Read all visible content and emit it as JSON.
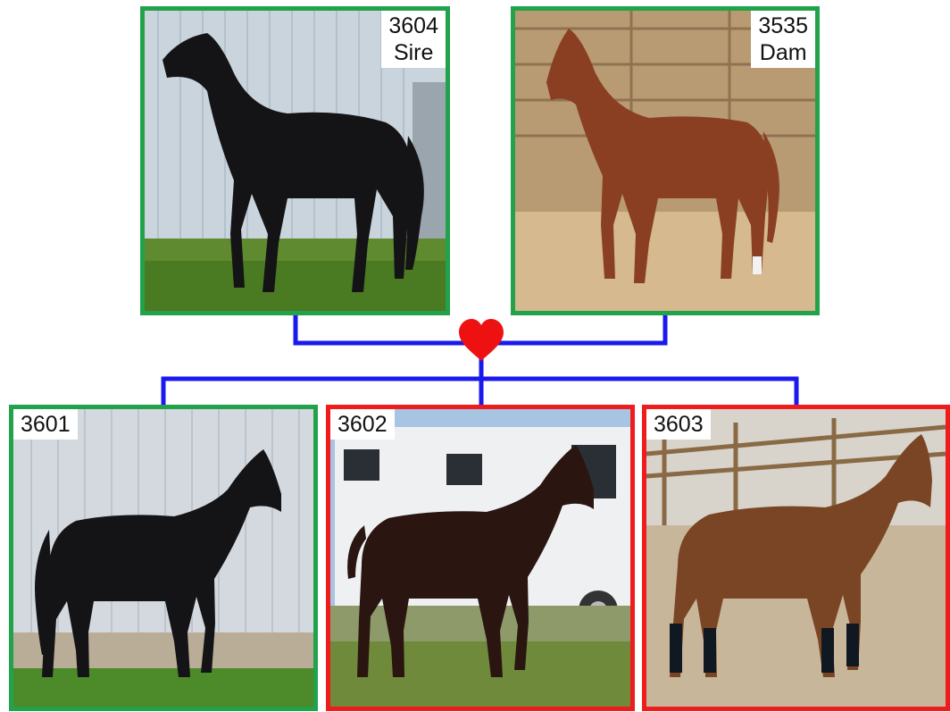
{
  "colors": {
    "breeding_stock_border": "#22a24a",
    "offspring_border_red": "#ee1c1c",
    "connector": "#1a1aee",
    "heart": "#ee1111"
  },
  "parents": [
    {
      "id": "3604",
      "role": "Sire",
      "border": "green",
      "coat": "black"
    },
    {
      "id": "3535",
      "role": "Dam",
      "border": "green",
      "coat": "chestnut"
    }
  ],
  "connector_icon": "heart-icon",
  "offspring": [
    {
      "id": "3601",
      "border": "green",
      "coat": "black"
    },
    {
      "id": "3602",
      "border": "red",
      "coat": "dark bay"
    },
    {
      "id": "3603",
      "border": "red",
      "coat": "bay"
    }
  ]
}
